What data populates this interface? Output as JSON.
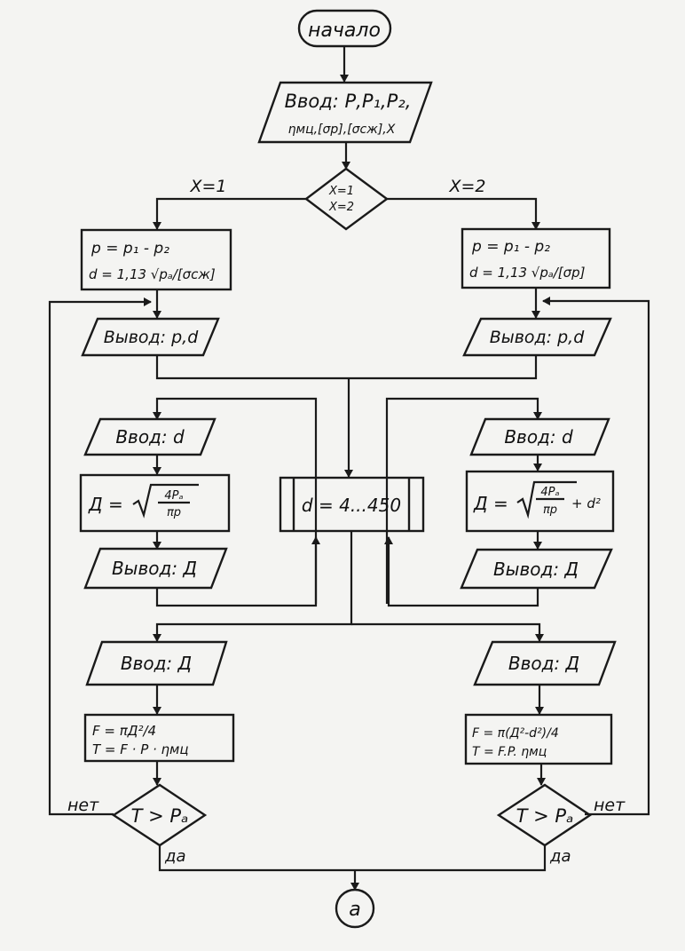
{
  "start": "начало",
  "input_main": {
    "line1": "Ввод: Р,Р₁,Р₂,",
    "line2": "ηмц,[σр],[σсж],X"
  },
  "decision_x": {
    "line1": "X=1",
    "line2": "X=2"
  },
  "branch_left": "X=1",
  "branch_right": "X=2",
  "calc_left": {
    "line1": "p = p₁ - p₂",
    "line2": "d = 1,13 √pₐ/[σсж]"
  },
  "calc_right": {
    "line1": "p = p₁ - p₂",
    "line2": "d = 1,13 √pₐ/[σp]"
  },
  "out_left": "Вывод: p,d",
  "out_right": "Вывод: p,d",
  "input_d_left": "Ввод: d",
  "input_d_right": "Ввод: d",
  "loop": "d = 4...450",
  "calc_D_left": {
    "prefix": "Д = ",
    "num": "4Pₐ",
    "den": "πp"
  },
  "calc_D_right": {
    "prefix": "Д = ",
    "num": "4Pₐ",
    "den": "πp",
    "suffix": "+ d²"
  },
  "out_D_left": "Вывод: Д",
  "out_D_right": "Вывод: Д",
  "input_D_left": "Ввод: Д",
  "input_D_right": "Ввод: Д",
  "calc_F_left": {
    "line1": "F = πД²/4",
    "line2": "T = F · P · ηмц"
  },
  "calc_F_right": {
    "line1": "F = π(Д²-d²)/4",
    "line2": "T = F.P. ηмц"
  },
  "cond_left": "T > Pₐ",
  "cond_right": "T > Pₐ",
  "no_left": "нет",
  "no_right": "нет",
  "yes_left": "да",
  "yes_right": "да",
  "connector": "a"
}
